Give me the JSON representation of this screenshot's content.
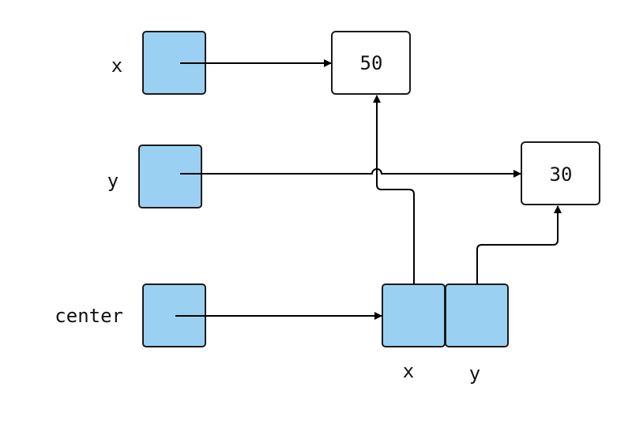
{
  "variables": {
    "x": "x",
    "y": "y",
    "center": "center"
  },
  "values": {
    "x_value": "50",
    "y_value": "30"
  },
  "object_fields": {
    "x": "x",
    "y": "y"
  },
  "colors": {
    "reference_cell": "#9ad1f3",
    "value_cell": "#ffffff",
    "stroke": "#1a1a1a"
  }
}
